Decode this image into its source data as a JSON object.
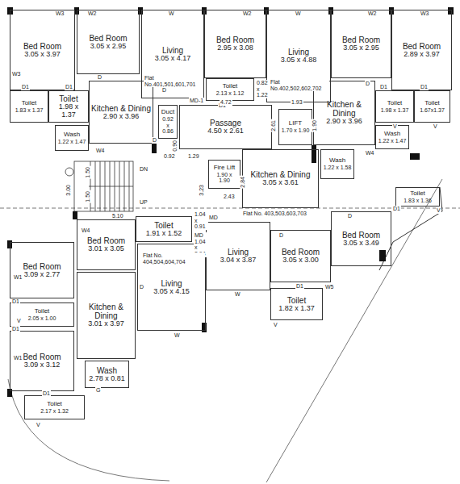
{
  "diagram": {
    "nodes": [
      {
        "text": [
          "Bed Room",
          "3.05 x 3.97"
        ]
      },
      {
        "text": [
          "Bed Room",
          "3.05 x 2.95"
        ]
      },
      {
        "text": [
          "Living",
          "3.05 x 4.17"
        ]
      },
      {
        "text": [
          "Bed Room",
          "2.95 x 3.08"
        ]
      },
      {
        "text": [
          "Living",
          "3.05 x 4.88"
        ]
      },
      {
        "text": [
          "Bed Room",
          "3.05 x 2.95"
        ]
      },
      {
        "text": [
          "Bed Room",
          "2.89 x 3.97"
        ]
      },
      {
        "text": [
          "Toilet",
          "1.83 x 1.37"
        ]
      },
      {
        "text": [
          "Toilet",
          "1.98 x 1.37"
        ]
      },
      {
        "text": [
          "Kitchen & Dining",
          "2.90 x 3.96"
        ]
      },
      {
        "text": [
          "Toilet",
          "2.13 x 1.12"
        ]
      },
      {
        "text": [
          "Duct",
          "0.92 x 0.86"
        ]
      },
      {
        "text": [
          "Passage",
          "4.50 x 2.61"
        ]
      },
      {
        "text": [
          "LIFT",
          "1.70 x 1.90"
        ]
      },
      {
        "text": [
          "Kitchen & Dining",
          "2.90 x 3.96"
        ]
      },
      {
        "text": [
          "Toilet",
          "1.98 x 1.37"
        ]
      },
      {
        "text": [
          "Toilet",
          "1.67x1.37"
        ]
      },
      {
        "text": [
          "Wash",
          "1.22 x 1.47"
        ]
      },
      {
        "text": [
          "Wash",
          "1.22 x 1.47"
        ]
      },
      {
        "text": [
          "Wash",
          "1.22 x 1.58"
        ]
      },
      {
        "text": [
          "Fire Lift",
          "1.90 x 1.90"
        ]
      },
      {
        "text": [
          "Kitchen & Dining",
          "3.05 x 3.61"
        ]
      },
      {
        "text": [
          "Toilet",
          "1.83 x 1.36"
        ]
      },
      {
        "text": [
          "Bed Room",
          "3.05 x 3.49"
        ]
      },
      {
        "text": [
          "Toilet",
          "1.91 x 1.52"
        ]
      },
      {
        "text": [
          "Bed Room",
          "3.01 x 3.05"
        ]
      },
      {
        "text": [
          "Living",
          "3.04 x 3.87"
        ]
      },
      {
        "text": [
          "Bed Room",
          "3.05 x 3.00"
        ]
      },
      {
        "text": [
          "Bed Room",
          "3.09 x 2.77"
        ]
      },
      {
        "text": [
          "Living",
          "3.05 x 4.15"
        ]
      },
      {
        "text": [
          "Toilet",
          "2.05 x 1.00"
        ]
      },
      {
        "text": [
          "Kitchen & Dining",
          "3.01 x 3.97"
        ]
      },
      {
        "text": [
          "Toilet",
          "1.82 x 1.37"
        ]
      },
      {
        "text": [
          "Bed Room",
          "3.09 x 3.12"
        ]
      },
      {
        "text": [
          "Wash",
          "2.78 x 0.81"
        ]
      },
      {
        "text": [
          "Toilet",
          "2.17 x 1.32"
        ]
      }
    ],
    "labels": [
      "W3",
      "W2",
      "W",
      "W2",
      "W",
      "W2",
      "W3",
      "W3",
      "D1",
      "D1",
      "D",
      "D",
      "D1",
      "D",
      "D",
      "D1",
      "D1",
      "V",
      "V",
      "Flat No.401,501,601,701",
      "Flat No.402,502,602,702",
      "0.82 x 1.22",
      "MD-1",
      "4.72",
      "1.93",
      "2.61",
      "1.90",
      "0.90",
      "0.92",
      "1.29",
      "DN",
      "UP",
      "1.50",
      "1.50",
      "3.00",
      "5.10",
      "3.23",
      "2.84",
      "2.43",
      "W4",
      "W4",
      "W4",
      "1.04 x 0.91",
      "MD 1.04 x 2.94",
      "MD",
      "Flat No. 403,503,603,703",
      "Flat No. 404,504,604,704",
      "W",
      "W5",
      "D1",
      "V",
      "W1",
      "W1",
      "D1",
      "D1",
      "V",
      "G",
      "W",
      "D",
      "V",
      "D1",
      "D1",
      "V",
      "D",
      "D",
      "D"
    ]
  }
}
